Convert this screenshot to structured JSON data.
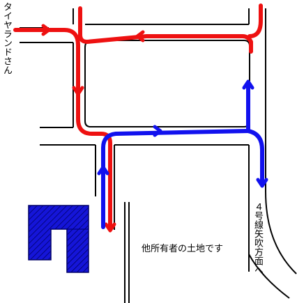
{
  "labels": {
    "left": "タイヤランドさん",
    "right": "４号線矢吹方面へ",
    "center": "他所有者の土地です"
  },
  "colors": {
    "background": "#ffffff",
    "road": "#000000",
    "route_red": "#ee1111",
    "route_blue": "#1111ee",
    "building": "#1515d8",
    "building_hatch": "#000066"
  },
  "icons": {
    "arrow": "chevron-arrow"
  }
}
